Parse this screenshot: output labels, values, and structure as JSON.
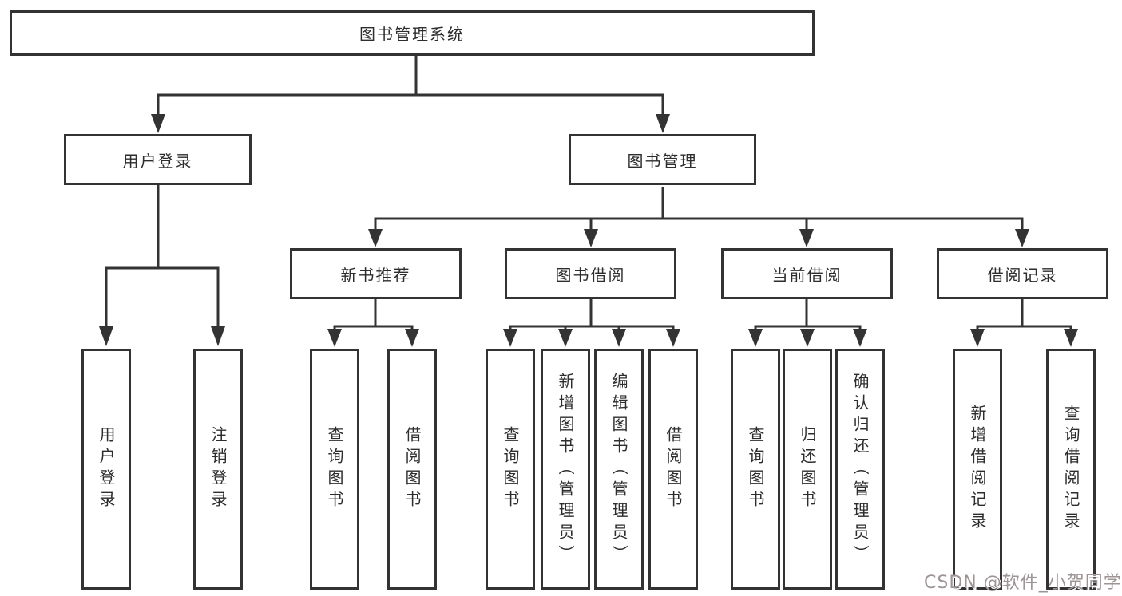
{
  "diagram": {
    "root": {
      "label": "图书管理系统"
    },
    "branches": [
      {
        "label": "用户登录",
        "children": [
          {
            "label": "用户登录"
          },
          {
            "label": "注销登录"
          }
        ]
      },
      {
        "label": "图书管理",
        "children": [
          {
            "label": "新书推荐",
            "children": [
              {
                "label": "查询图书"
              },
              {
                "label": "借阅图书"
              }
            ]
          },
          {
            "label": "图书借阅",
            "children": [
              {
                "label": "查询图书"
              },
              {
                "label": "新增图书（管理员）"
              },
              {
                "label": "编辑图书（管理员）"
              },
              {
                "label": "借阅图书"
              }
            ]
          },
          {
            "label": "当前借阅",
            "children": [
              {
                "label": "查询图书"
              },
              {
                "label": "归还图书"
              },
              {
                "label": "确认归还（管理员）"
              }
            ]
          },
          {
            "label": "借阅记录",
            "children": [
              {
                "label": "新增借阅记录"
              },
              {
                "label": "查询借阅记录"
              }
            ]
          }
        ]
      }
    ]
  },
  "watermark": {
    "text": "CSDN @软件_小贺同学"
  },
  "colors": {
    "line": "#333333",
    "text": "#2d2d2d",
    "background": "#ffffff",
    "watermark": "#9e9496"
  }
}
